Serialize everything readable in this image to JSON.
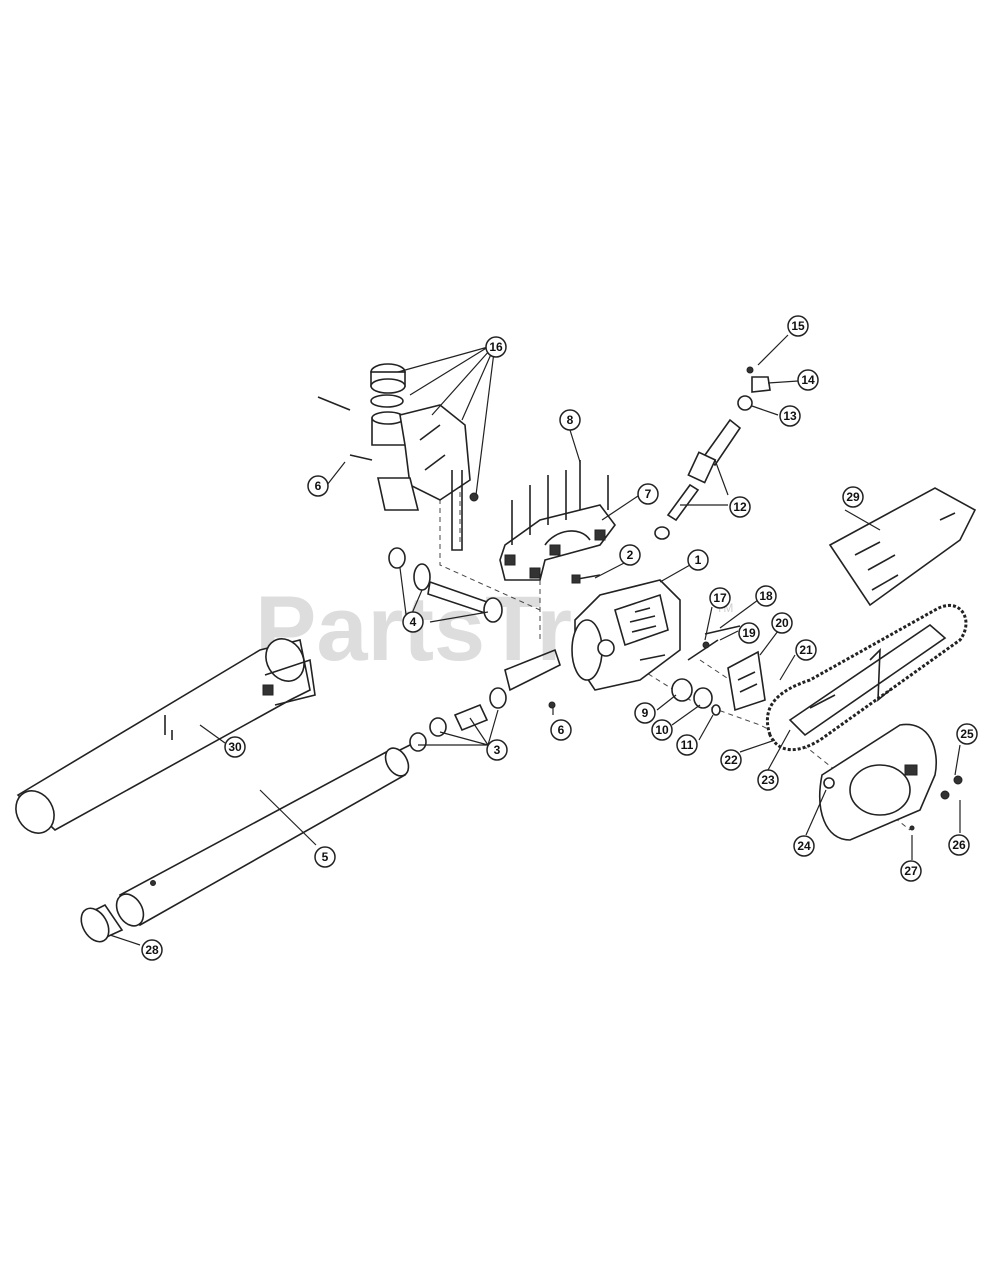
{
  "watermark": {
    "text": "PartsTree",
    "trademark": "TM"
  },
  "callouts": [
    {
      "label": "1"
    },
    {
      "label": "2"
    },
    {
      "label": "3"
    },
    {
      "label": "4"
    },
    {
      "label": "5"
    },
    {
      "label": "6"
    },
    {
      "label": "6"
    },
    {
      "label": "7"
    },
    {
      "label": "8"
    },
    {
      "label": "9"
    },
    {
      "label": "10"
    },
    {
      "label": "11"
    },
    {
      "label": "12"
    },
    {
      "label": "13"
    },
    {
      "label": "14"
    },
    {
      "label": "15"
    },
    {
      "label": "16"
    },
    {
      "label": "17"
    },
    {
      "label": "18"
    },
    {
      "label": "19"
    },
    {
      "label": "20"
    },
    {
      "label": "21"
    },
    {
      "label": "22"
    },
    {
      "label": "23"
    },
    {
      "label": "24"
    },
    {
      "label": "25"
    },
    {
      "label": "26"
    },
    {
      "label": "27"
    },
    {
      "label": "28"
    },
    {
      "label": "29"
    },
    {
      "label": "30"
    }
  ]
}
